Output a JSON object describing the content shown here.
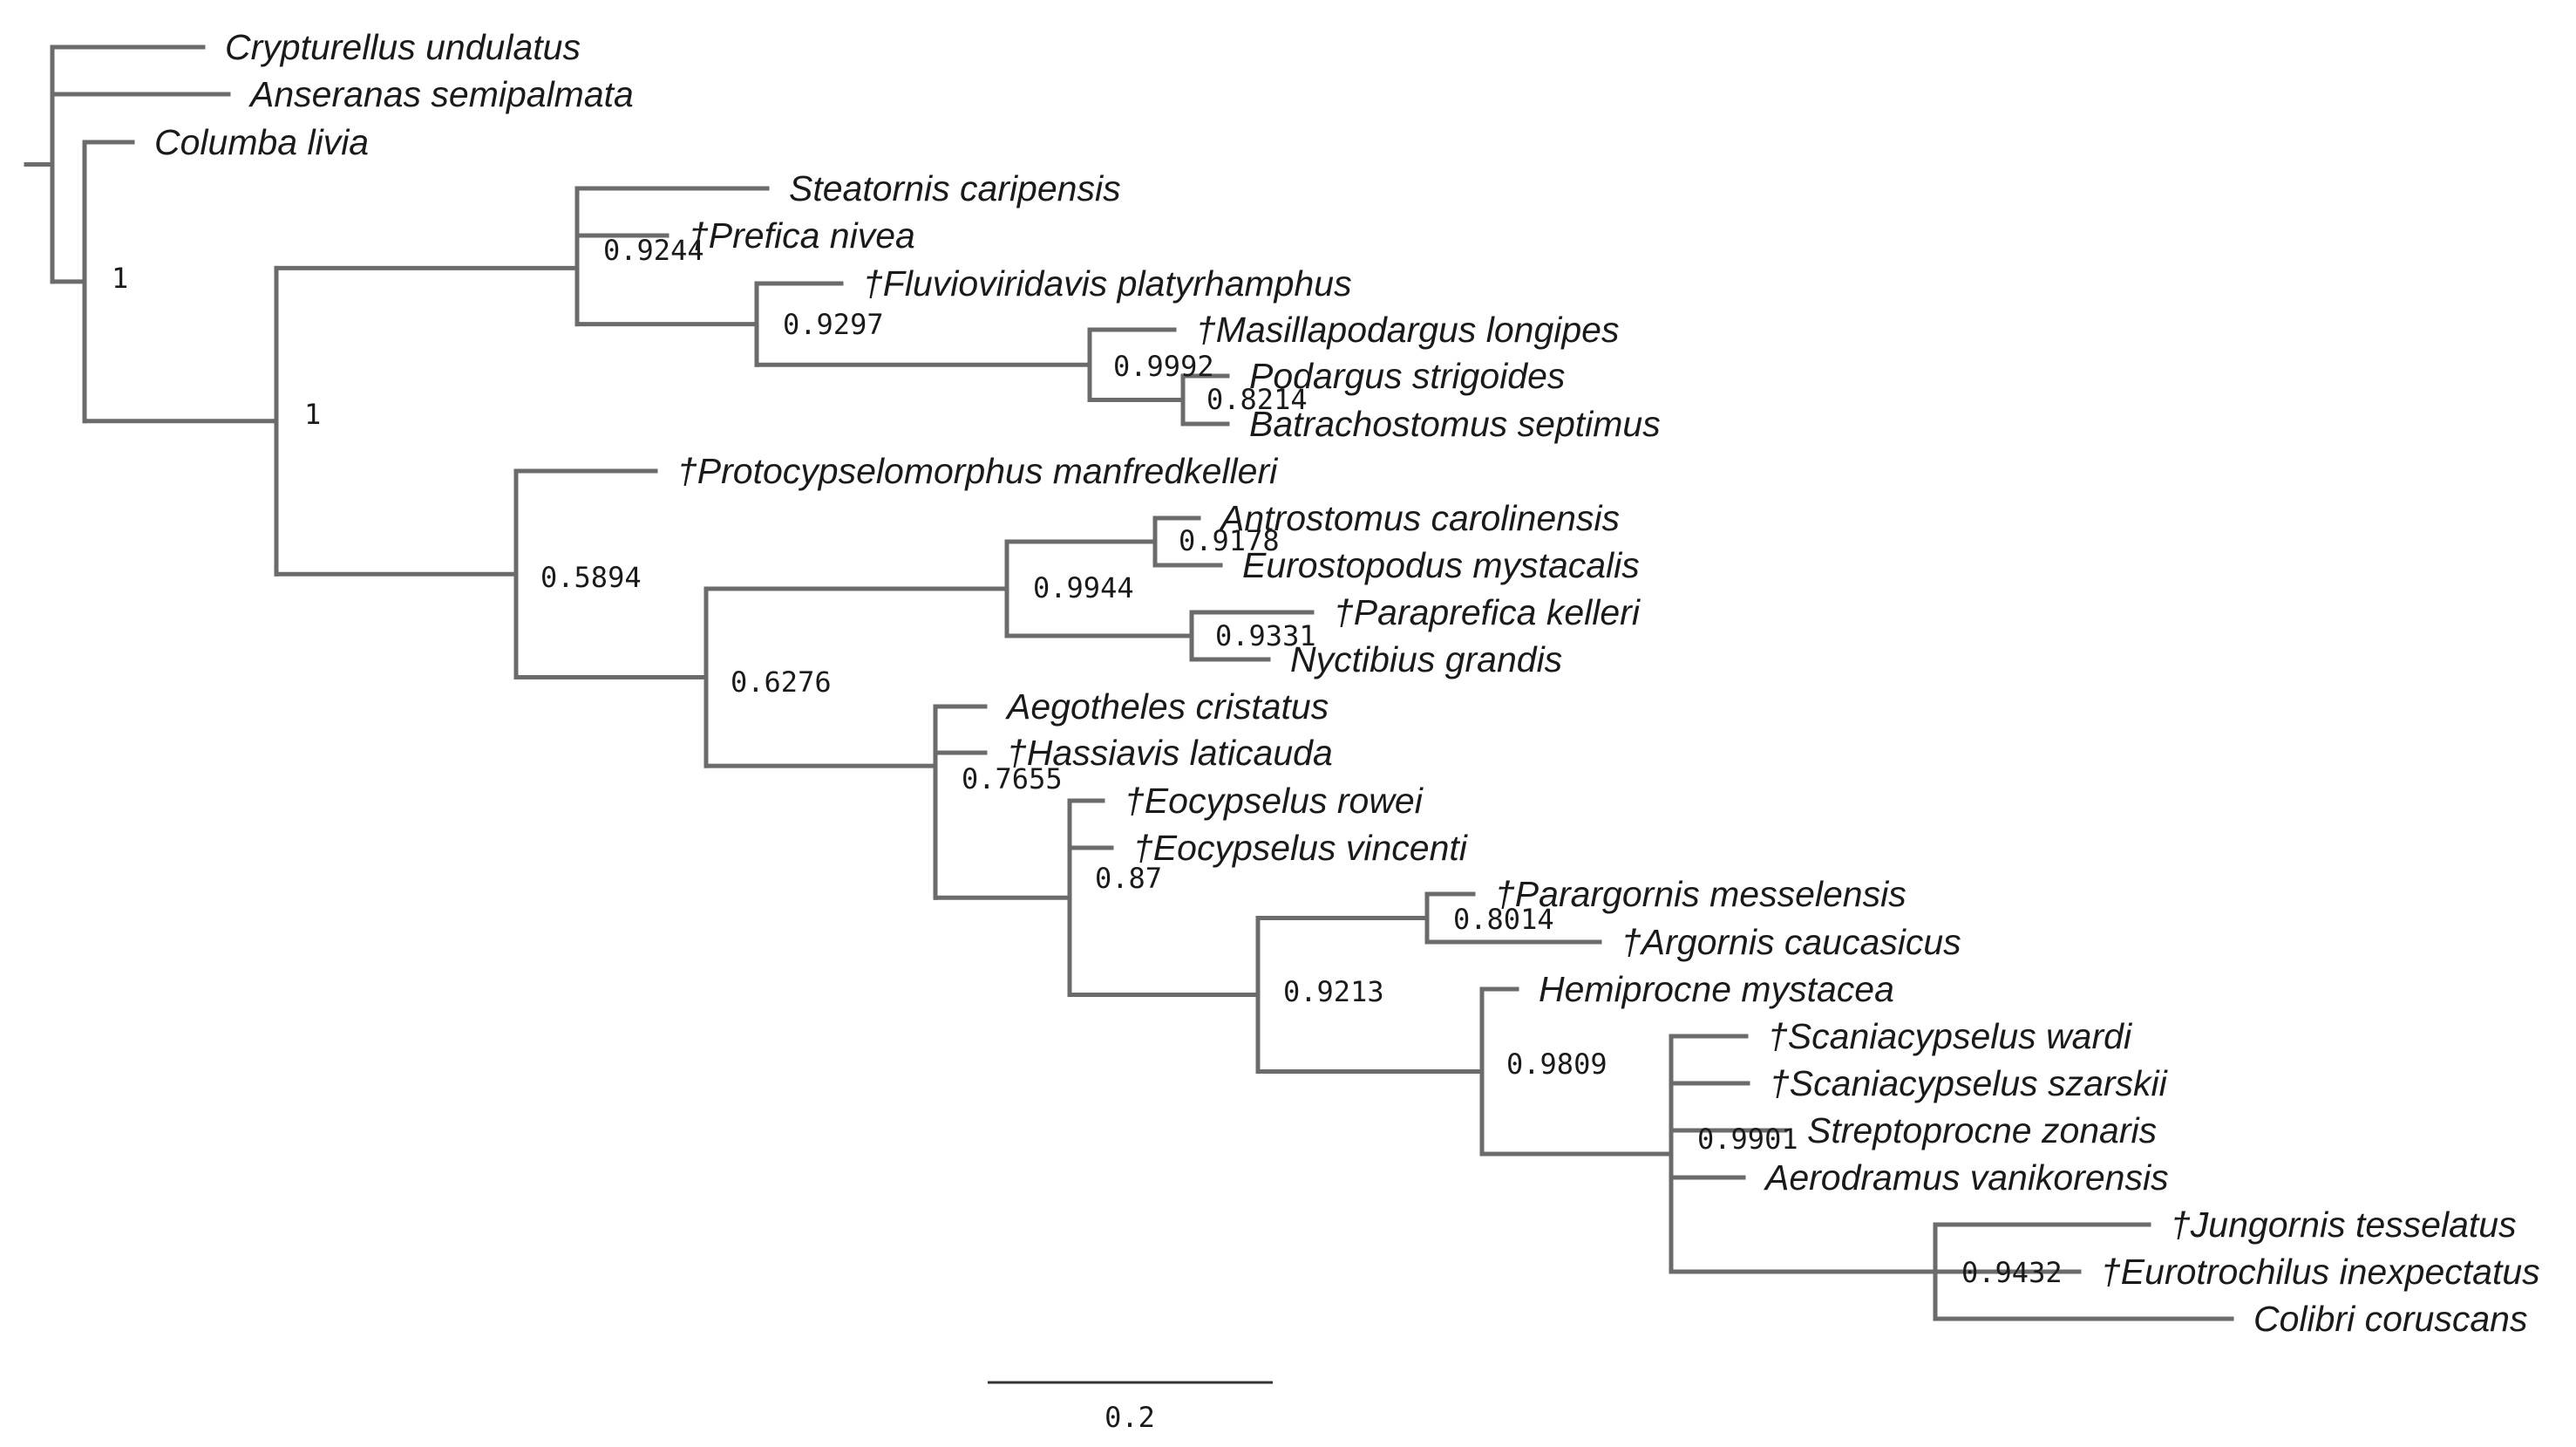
{
  "tree": {
    "colors": {
      "branch": "#6b6b6b",
      "text": "#1a1a1a"
    },
    "scale_bar": {
      "label": "0.2",
      "value": 0.2
    },
    "taxa": [
      {
        "id": "cry",
        "label": "Crypturellus undulatus",
        "fossil": false
      },
      {
        "id": "ans",
        "label": "Anseranas semipalmata",
        "fossil": false
      },
      {
        "id": "col",
        "label": "Columba livia",
        "fossil": false
      },
      {
        "id": "ste",
        "label": "Steatornis caripensis",
        "fossil": false
      },
      {
        "id": "pre",
        "label": "†Prefica nivea",
        "fossil": true
      },
      {
        "id": "flu",
        "label": "†Fluvioviridavis platyrhamphus",
        "fossil": true
      },
      {
        "id": "mas",
        "label": "†Masillapodargus longipes",
        "fossil": true
      },
      {
        "id": "pod",
        "label": "Podargus strigoides",
        "fossil": false
      },
      {
        "id": "bat",
        "label": "Batrachostomus septimus",
        "fossil": false
      },
      {
        "id": "pro",
        "label": "†Protocypselomorphus manfredkelleri",
        "fossil": true
      },
      {
        "id": "ant",
        "label": "Antrostomus carolinensis",
        "fossil": false
      },
      {
        "id": "eur",
        "label": "Eurostopodus mystacalis",
        "fossil": false
      },
      {
        "id": "par",
        "label": "†Paraprefica kelleri",
        "fossil": true
      },
      {
        "id": "nyc",
        "label": "Nyctibius grandis",
        "fossil": false
      },
      {
        "id": "aeg",
        "label": "Aegotheles cristatus",
        "fossil": false
      },
      {
        "id": "has",
        "label": "†Hassiavis laticauda",
        "fossil": true
      },
      {
        "id": "eor",
        "label": "†Eocypselus rowei",
        "fossil": true
      },
      {
        "id": "eov",
        "label": "†Eocypselus vincenti",
        "fossil": true
      },
      {
        "id": "pam",
        "label": "†Parargornis messelensis",
        "fossil": true
      },
      {
        "id": "arg",
        "label": "†Argornis caucasicus",
        "fossil": true
      },
      {
        "id": "hem",
        "label": "Hemiprocne mystacea",
        "fossil": false
      },
      {
        "id": "scw",
        "label": "†Scaniacypselus wardi",
        "fossil": true
      },
      {
        "id": "scs",
        "label": "†Scaniacypselus szarskii",
        "fossil": true
      },
      {
        "id": "str",
        "label": "Streptoprocne zonaris",
        "fossil": false
      },
      {
        "id": "aer",
        "label": "Aerodramus vanikorensis",
        "fossil": false
      },
      {
        "id": "jun",
        "label": "†Jungornis tesselatus",
        "fossil": true
      },
      {
        "id": "eut",
        "label": "†Eurotrochilus inexpectatus",
        "fossil": true
      },
      {
        "id": "cor",
        "label": "Colibri coruscans",
        "fossil": false
      }
    ],
    "clades": [
      {
        "id": "n_root",
        "support": ""
      },
      {
        "id": "n_colstr",
        "support": "1"
      },
      {
        "id": "n_strisores",
        "support": "1"
      },
      {
        "id": "n_ste_grp",
        "support": ""
      },
      {
        "id": "n_ste_pre",
        "support": "0.9244"
      },
      {
        "id": "n_flu_grp",
        "support": "0.9297"
      },
      {
        "id": "n_podargi",
        "support": "0.9992"
      },
      {
        "id": "n_pod_bat",
        "support": "0.8214"
      },
      {
        "id": "n_pro_grp",
        "support": "0.5894"
      },
      {
        "id": "n_caprim",
        "support": "0.6276"
      },
      {
        "id": "n_nyct_cap",
        "support": "0.9944"
      },
      {
        "id": "n_ant_eur",
        "support": "0.9178"
      },
      {
        "id": "n_par_nyc",
        "support": "0.9331"
      },
      {
        "id": "n_daedal",
        "support": ""
      },
      {
        "id": "n_has_grp",
        "support": "0.7655"
      },
      {
        "id": "n_eocyp",
        "support": "0.87"
      },
      {
        "id": "n_apod_all",
        "support": "0.9213"
      },
      {
        "id": "n_parg",
        "support": "0.8014"
      },
      {
        "id": "n_hem_grp",
        "support": "0.9809"
      },
      {
        "id": "n_swifts",
        "support": "0.9901"
      },
      {
        "id": "n_humm",
        "support": "0.9432"
      }
    ]
  }
}
